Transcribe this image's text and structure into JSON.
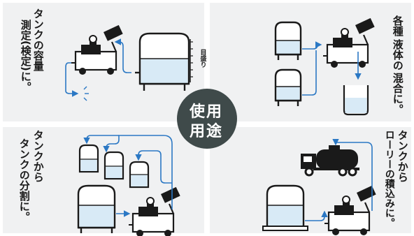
{
  "center": {
    "line1": "使用",
    "line2": "用途"
  },
  "panels": {
    "top_left": {
      "caption_col1": "タンクの容量",
      "caption_col2": "測定(検定)に。",
      "gauge_label": "目盛り"
    },
    "top_right": {
      "caption_col1": "各種",
      "caption_col2": "液体の",
      "caption_col3": "混合に。"
    },
    "bottom_left": {
      "caption_col1": "タンクから",
      "caption_col2": "タンクの分割に。"
    },
    "bottom_right": {
      "caption_col1": "タンクから",
      "caption_col2": "ローリーの積込みに。"
    }
  },
  "colors": {
    "panel_bg": "#f0f1f2",
    "water": "#d8eaf6",
    "pipe": "#2b78c4",
    "badge": "#3f4a4a",
    "ink": "#1a1a1a"
  }
}
